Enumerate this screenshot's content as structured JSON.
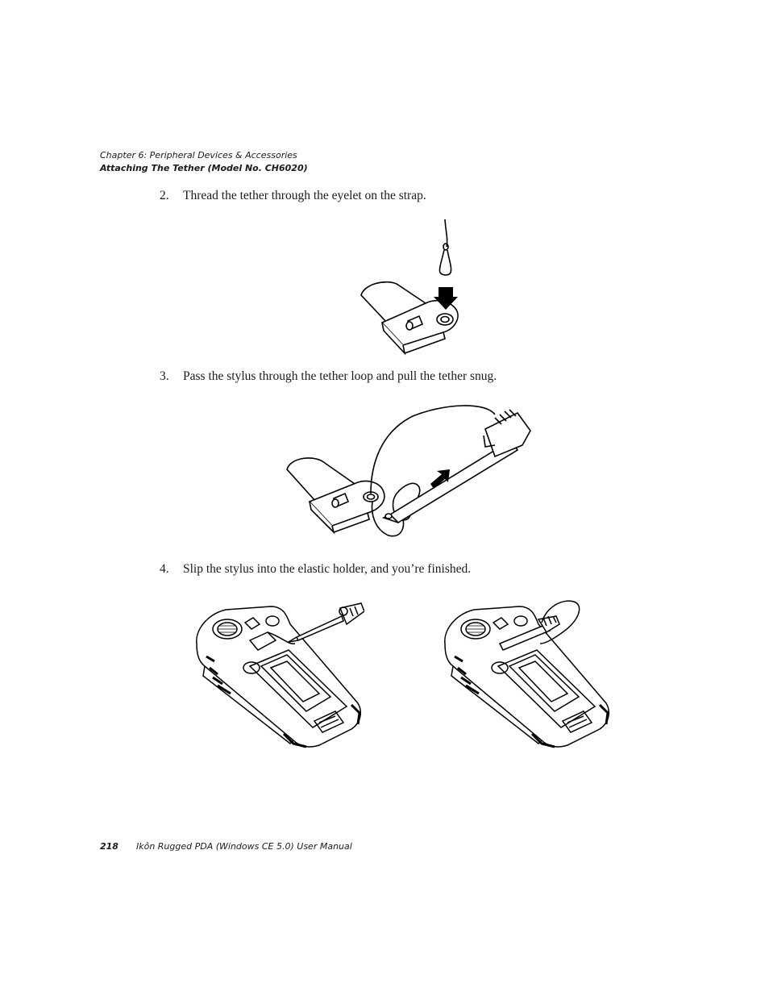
{
  "header": {
    "chapter": "Chapter 6: Peripheral Devices & Accessories",
    "section": "Attaching The Tether (Model No. CH6020)"
  },
  "steps": [
    {
      "number": "2.",
      "text": "Thread the tether through the eyelet on the strap."
    },
    {
      "number": "3.",
      "text": "Pass the stylus through the tether loop and pull the tether snug."
    },
    {
      "number": "4.",
      "text": "Slip the stylus into the elastic holder, and you’re finished."
    }
  ],
  "footer": {
    "page_number": "218",
    "title": "Ikôn Rugged PDA (Windows CE 5.0) User Manual"
  }
}
